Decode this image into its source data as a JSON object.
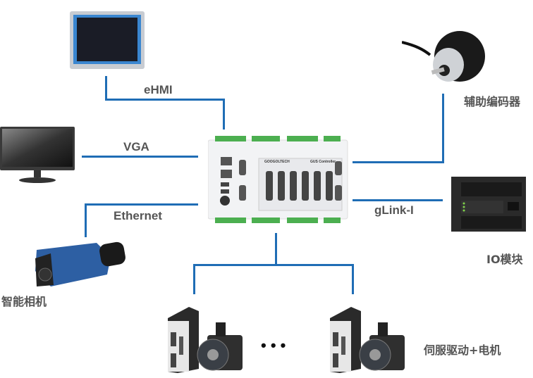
{
  "diagram": {
    "links": {
      "ehmi": "eHMI",
      "vga": "VGA",
      "ethernet": "Ethernet",
      "glink": "gLink-I"
    },
    "devices": {
      "encoder": "辅助编码器",
      "io_module": "IO模块",
      "smart_camera": "智能相机",
      "servo": "伺服驱动+电机",
      "ellipsis": "• • •"
    },
    "controller": {
      "brand": "GOOGOLTECH",
      "model": "GUS Controller"
    },
    "colors": {
      "line": "#1f6db5",
      "label": "#555555"
    }
  }
}
